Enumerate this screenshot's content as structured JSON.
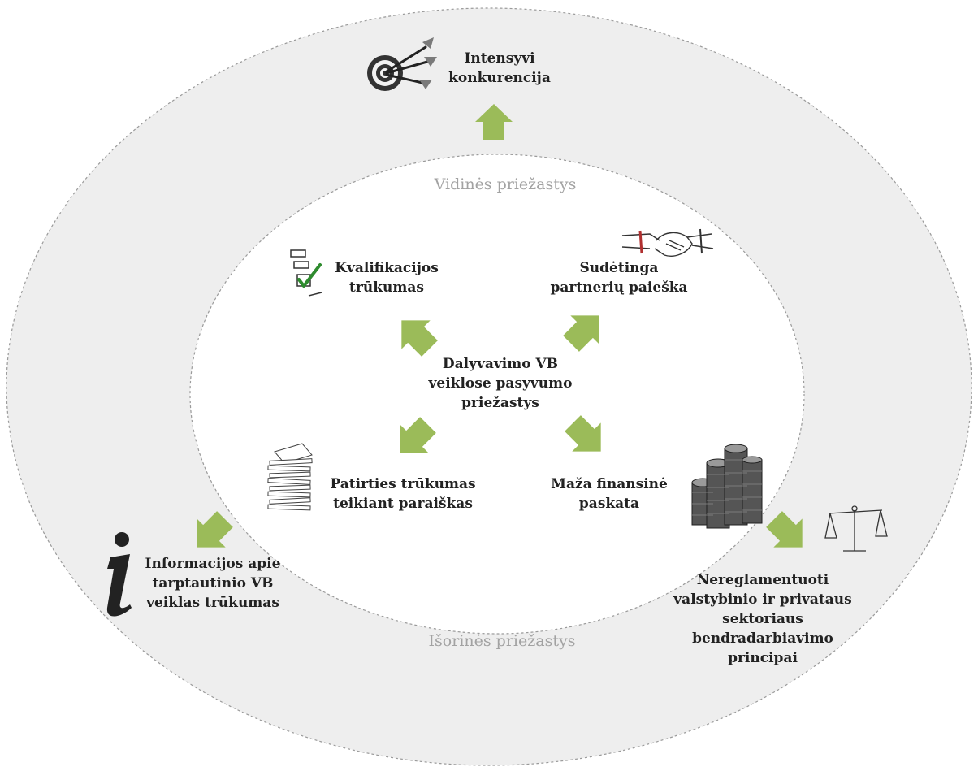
{
  "zones": {
    "inner": "Vidinės priežastys",
    "outer": "Išorinės priežastys"
  },
  "center": {
    "lines": [
      "Dalyvavimo VB",
      "veiklose pasyvumo",
      "priežastys"
    ]
  },
  "internal_causes": [
    {
      "lines": [
        "Kvalifikacijos",
        "trūkumas"
      ],
      "icon": "checklist-icon"
    },
    {
      "lines": [
        "Sudėtinga",
        "partnerių paieška"
      ],
      "icon": "handshake-icon"
    },
    {
      "lines": [
        "Patirties trūkumas",
        "teikiant paraiškas"
      ],
      "icon": "paper-stack-icon"
    },
    {
      "lines": [
        "Maža finansinė",
        "paskata"
      ],
      "icon": "coin-stacks-icon"
    }
  ],
  "external_causes": [
    {
      "lines": [
        "Intensyvi",
        "konkurencija"
      ],
      "icon": "target-darts-icon"
    },
    {
      "lines": [
        "Informacijos apie",
        "tarptautinio VB",
        "veiklas trūkumas"
      ],
      "icon": "info-icon"
    },
    {
      "lines": [
        "Nereglamentuoti",
        "valstybinio ir privataus",
        "sektoriaus",
        "bendradarbiavimo",
        "principai"
      ],
      "icon": "scales-icon"
    }
  ],
  "colors": {
    "outer_fill": "#eeeeee",
    "border": "#9a9a9a",
    "arrow": "#9bbb59",
    "zone_text": "#a2a2a2",
    "label_text": "#222222",
    "check": "#2e8b2e"
  }
}
